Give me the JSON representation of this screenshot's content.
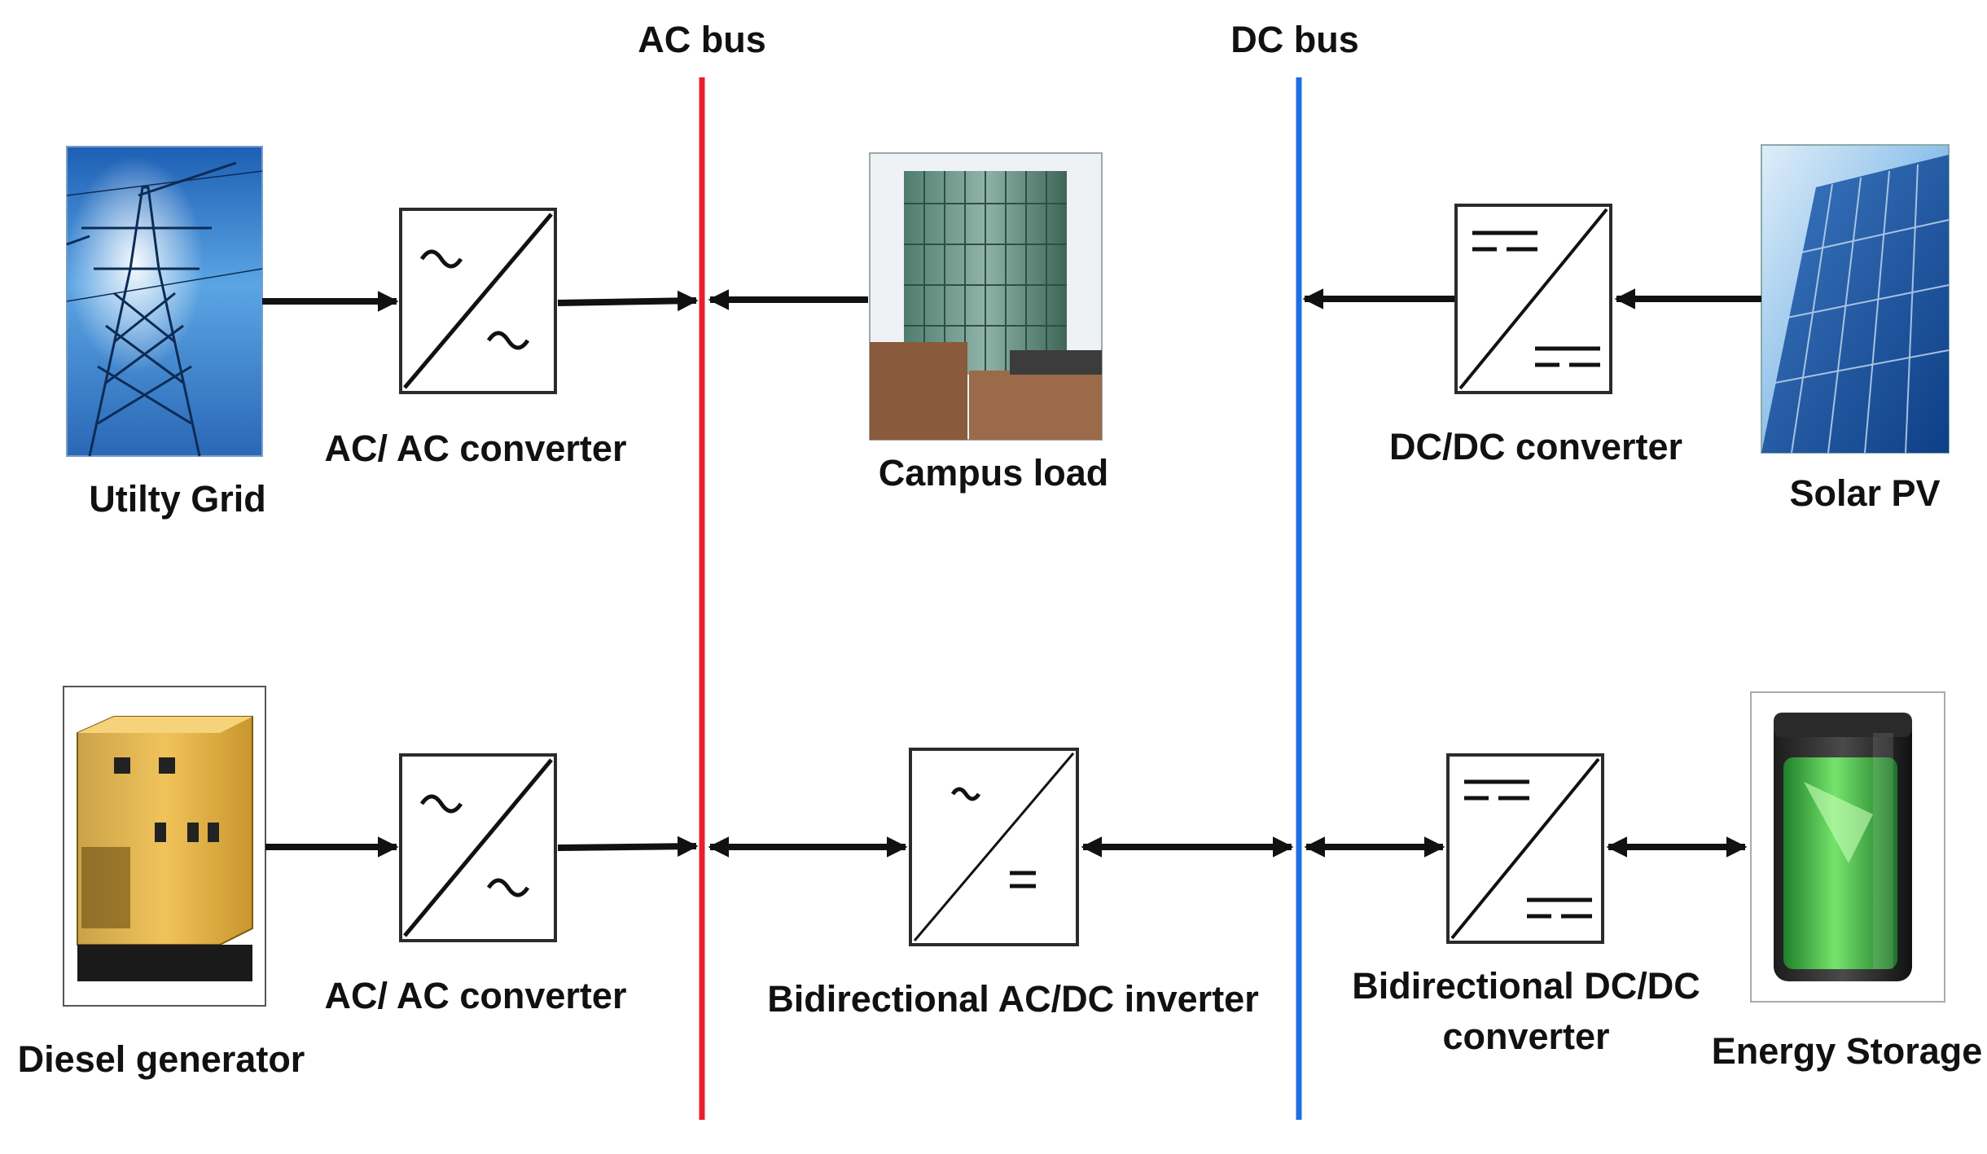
{
  "buses": {
    "ac": {
      "label": "AC bus",
      "color": "#e8202a"
    },
    "dc": {
      "label": "DC bus",
      "color": "#1f6fe0"
    }
  },
  "components": {
    "utility_grid": {
      "label": "Utilty Grid",
      "icon": "transmission-tower-icon"
    },
    "ac_ac_converter_top": {
      "label": "AC/ AC converter",
      "icon": "ac-ac-converter-icon"
    },
    "campus_load": {
      "label": "Campus load",
      "icon": "building-icon"
    },
    "dc_dc_converter": {
      "label": "DC/DC converter",
      "icon": "dc-dc-converter-icon"
    },
    "solar_pv": {
      "label": "Solar PV",
      "icon": "solar-panel-icon"
    },
    "diesel_generator": {
      "label": "Diesel generator",
      "icon": "generator-icon"
    },
    "ac_ac_converter_bottom": {
      "label": "AC/ AC converter",
      "icon": "ac-ac-converter-icon"
    },
    "bidirectional_inverter": {
      "label": "Bidirectional AC/DC inverter",
      "icon": "ac-dc-inverter-icon"
    },
    "bidirectional_dc_dc": {
      "label_line1": "Bidirectional DC/DC",
      "label_line2": "converter",
      "icon": "dc-dc-converter-icon"
    },
    "energy_storage": {
      "label": "Energy Storage",
      "icon": "battery-icon"
    }
  },
  "colors": {
    "arrow": "#111111",
    "box_border": "#2b2b2b"
  }
}
